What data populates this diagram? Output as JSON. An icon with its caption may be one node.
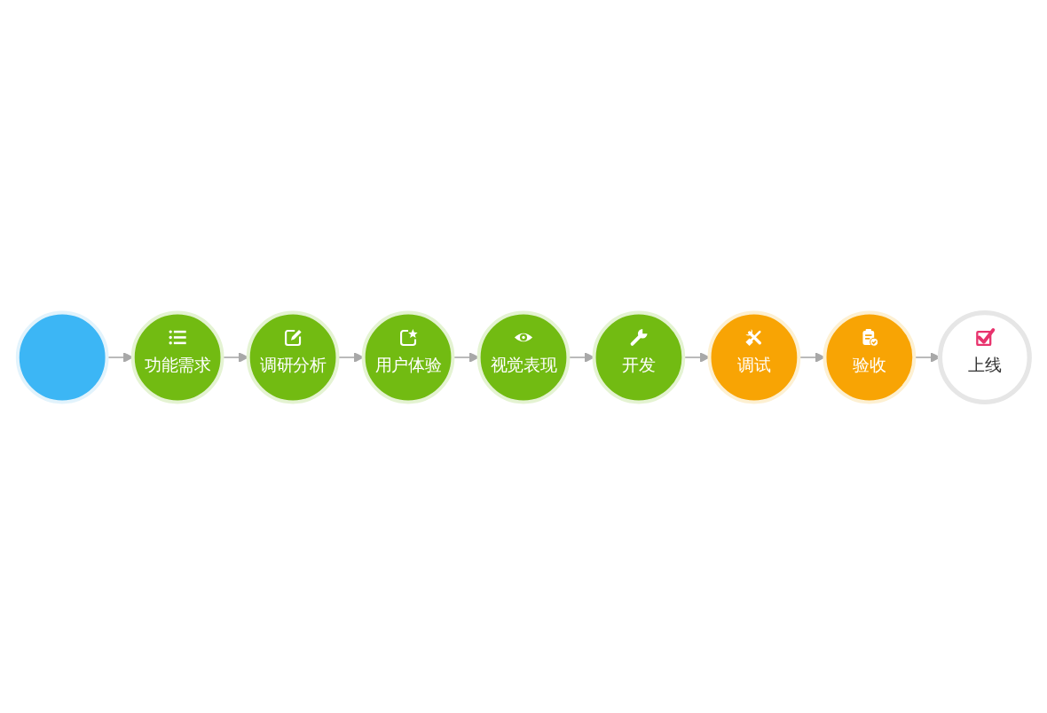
{
  "diagram": {
    "nodes": [
      {
        "text": [],
        "shape": "circle"
      },
      {
        "text": [
          "功能需求"
        ]
      },
      {
        "text": [
          "调研分析"
        ]
      },
      {
        "text": [
          "用户体验"
        ]
      },
      {
        "text": [
          "视觉表现"
        ]
      },
      {
        "text": [
          "开发"
        ]
      },
      {
        "text": [
          "调试"
        ]
      },
      {
        "text": [
          "验收"
        ]
      },
      {
        "text": [
          "上线"
        ]
      }
    ],
    "edges": [
      {
        "from": 0,
        "to": 1,
        "arrow": "to"
      },
      {
        "from": 1,
        "to": 2,
        "arrow": "to"
      },
      {
        "from": 2,
        "to": 3,
        "arrow": "to"
      },
      {
        "from": 3,
        "to": 4,
        "arrow": "to"
      },
      {
        "from": 4,
        "to": 5,
        "arrow": "to"
      },
      {
        "from": 5,
        "to": 6,
        "arrow": "to"
      },
      {
        "from": 6,
        "to": 7,
        "arrow": "to"
      },
      {
        "from": 7,
        "to": 8,
        "arrow": "to"
      }
    ]
  }
}
